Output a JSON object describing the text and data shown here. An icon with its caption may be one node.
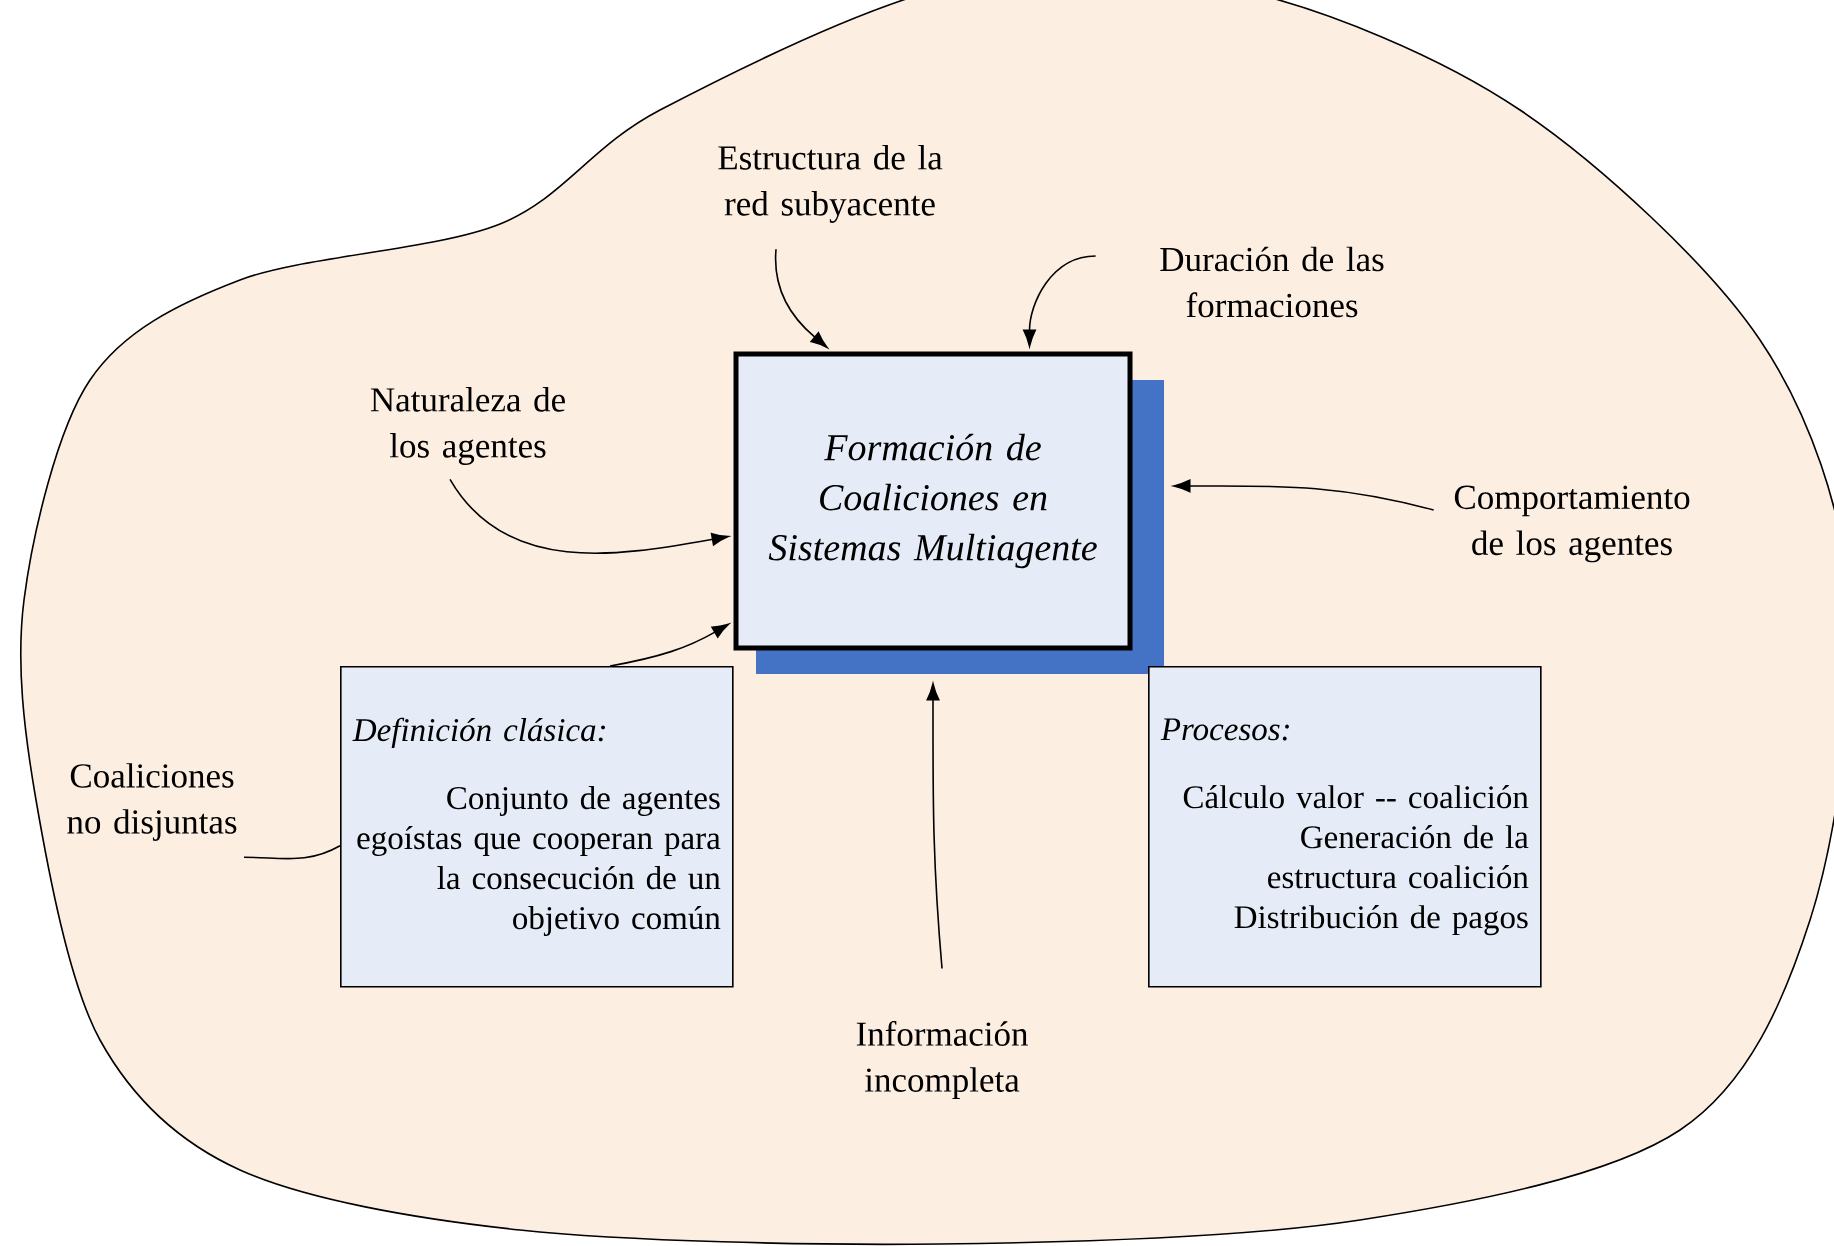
{
  "diagram": {
    "nodes": [
      {
        "text": [
          "Formación de Coaliciones en Sistemas Multiagente"
        ]
      },
      {
        "text": [
          "Estructura de la red subyacente"
        ]
      },
      {
        "text": [
          "Duración de las formaciones"
        ]
      },
      {
        "text": [
          "Naturaleza de los agentes"
        ]
      },
      {
        "text": [
          "Comportamiento de los agentes"
        ]
      },
      {
        "text": [
          "Definición clásica:",
          "Conjunto de agentes egoístas que cooperan para la consecución de un objetivo común"
        ]
      },
      {
        "text": [
          "Coaliciones no disjuntas"
        ]
      },
      {
        "text": [
          "Procesos:",
          "Cálculo valor -- coalición",
          "Generación de la estructura coalición",
          "Distribución de pagos"
        ]
      },
      {
        "text": [
          "Información incompleta"
        ]
      }
    ],
    "edges": [
      {
        "from": 1,
        "to": 0,
        "arrow": "to"
      },
      {
        "from": 2,
        "to": 0,
        "arrow": "to"
      },
      {
        "from": 3,
        "to": 0,
        "arrow": "to"
      },
      {
        "from": 4,
        "to": 0,
        "arrow": "to"
      },
      {
        "from": 5,
        "to": 0,
        "arrow": "to"
      },
      {
        "from": 6,
        "to": 5,
        "arrow": "none"
      },
      {
        "from": 8,
        "to": 0,
        "arrow": "to"
      }
    ]
  }
}
